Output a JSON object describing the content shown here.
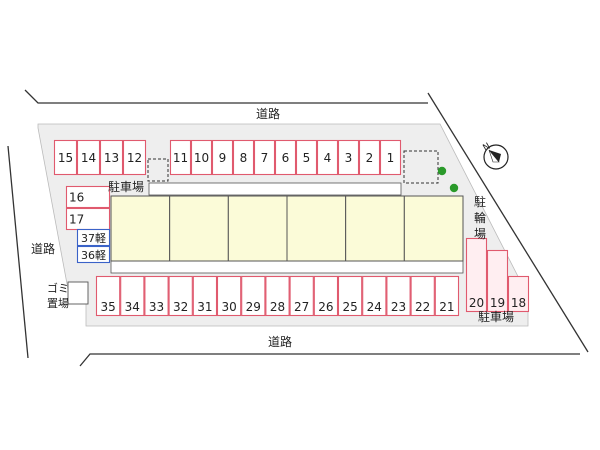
{
  "colors": {
    "lot": "#eeeeee",
    "lot_edge": "#bbbbbb",
    "road_line": "#333333",
    "parking_stroke": "#e05a6e",
    "parking_fill": "#ffffff",
    "parking_fill_tall": "#ffeef1",
    "kei_stroke": "#3a62c8",
    "building_fill": "#fbfbd8",
    "building_stroke": "#555555",
    "dashed": "#333333",
    "tree": "#2a9a2a",
    "text": "#222222"
  },
  "labels": {
    "road_top": "道路",
    "road_bottom": "道路",
    "road_left": "道路",
    "parking_center": "駐車場",
    "parking_bottom_right": "駐車場",
    "bicycle_parking": "駐輪場",
    "garbage": "ゴミ置場"
  },
  "parking": {
    "top_row": [
      "15",
      "14",
      "13",
      "12",
      "11",
      "10",
      "9",
      "8",
      "7",
      "6",
      "5",
      "4",
      "3",
      "2",
      "1"
    ],
    "left_col": [
      "16",
      "17"
    ],
    "kei": [
      "37軽",
      "36軽"
    ],
    "bottom_row": [
      "35",
      "34",
      "33",
      "32",
      "31",
      "30",
      "29",
      "28",
      "27",
      "26",
      "25",
      "24",
      "23",
      "22",
      "21"
    ],
    "right_tall": [
      "20",
      "19",
      "18"
    ]
  },
  "building": {
    "units": 6
  },
  "compass": {
    "label": "N",
    "icon": "north-arrow-icon"
  },
  "trees": 2
}
